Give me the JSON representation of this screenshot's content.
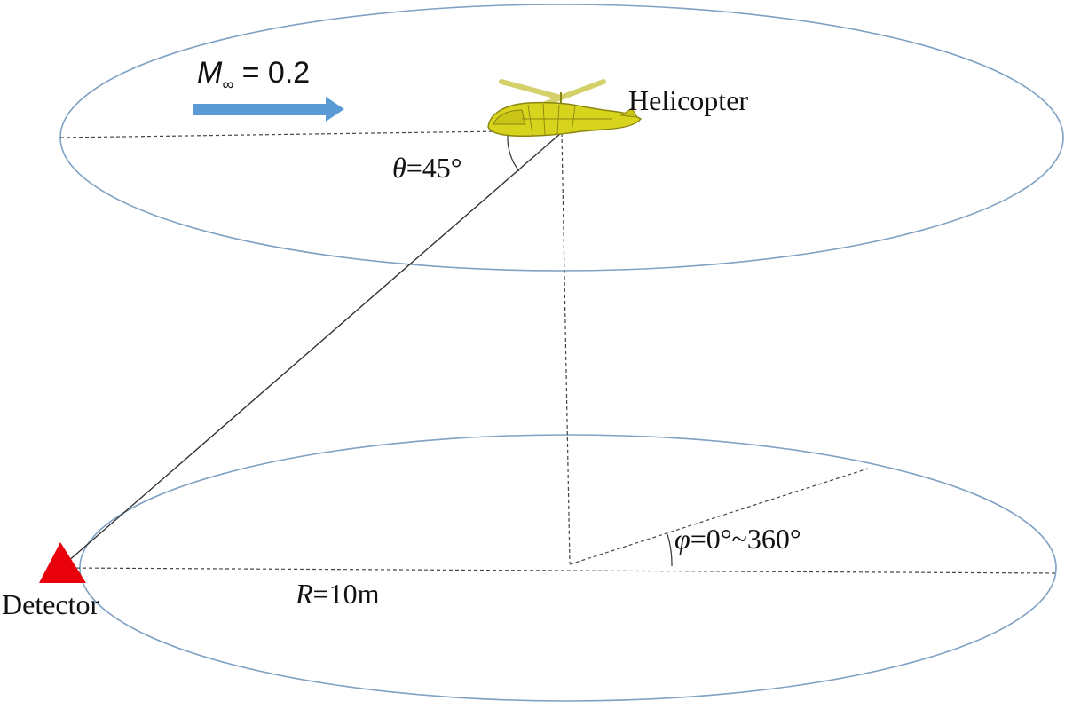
{
  "labels": {
    "mach_symbol": "M",
    "mach_subscript": "∞",
    "mach_value": " = 0.2",
    "helicopter": "Helicopter",
    "theta_symbol": "θ",
    "theta_value": "=45°",
    "phi_symbol": "φ",
    "phi_value": "=0°~360°",
    "radius_symbol": "R",
    "radius_value": "=10m",
    "detector": "Detector"
  },
  "colors": {
    "ellipse": "#7fa1c3",
    "flow_arrow": "#5b9bd5",
    "helicopter_body": "#d8d41e",
    "helicopter_outline": "#8a8510",
    "detector": "#e8000b",
    "lines": "#333333"
  },
  "icons": {
    "flow_arrow": "right-arrow-icon",
    "detector": "triangle-icon",
    "helicopter": "helicopter-icon"
  }
}
